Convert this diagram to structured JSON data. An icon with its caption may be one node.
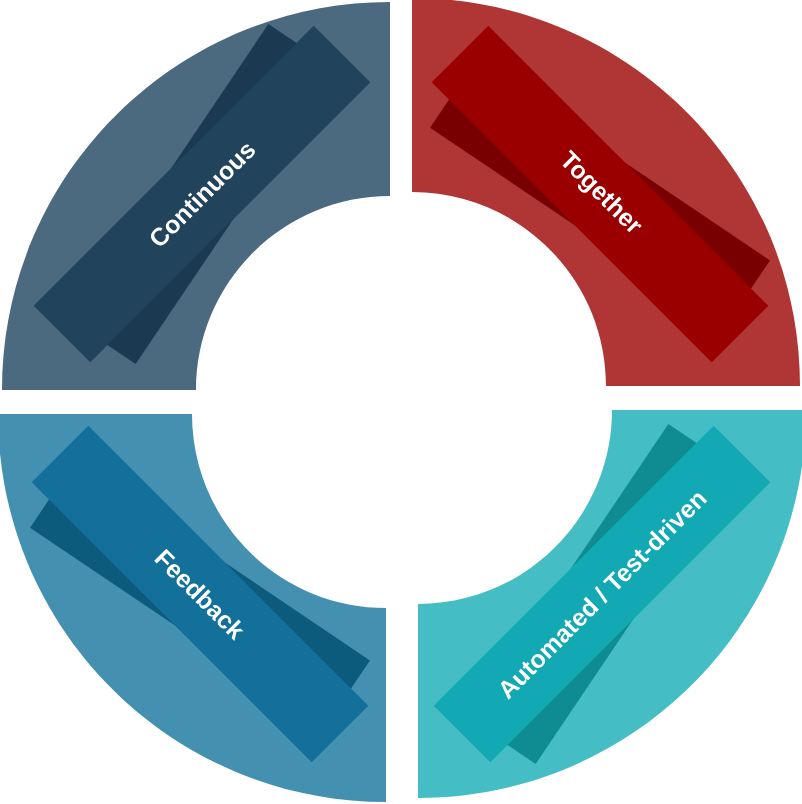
{
  "diagram": {
    "nodes": [
      {
        "text": [
          "Continuous"
        ]
      },
      {
        "text": [
          "Together"
        ]
      },
      {
        "text": [
          "Feedback"
        ]
      },
      {
        "text": [
          "Automated / Test-driven"
        ]
      }
    ]
  }
}
